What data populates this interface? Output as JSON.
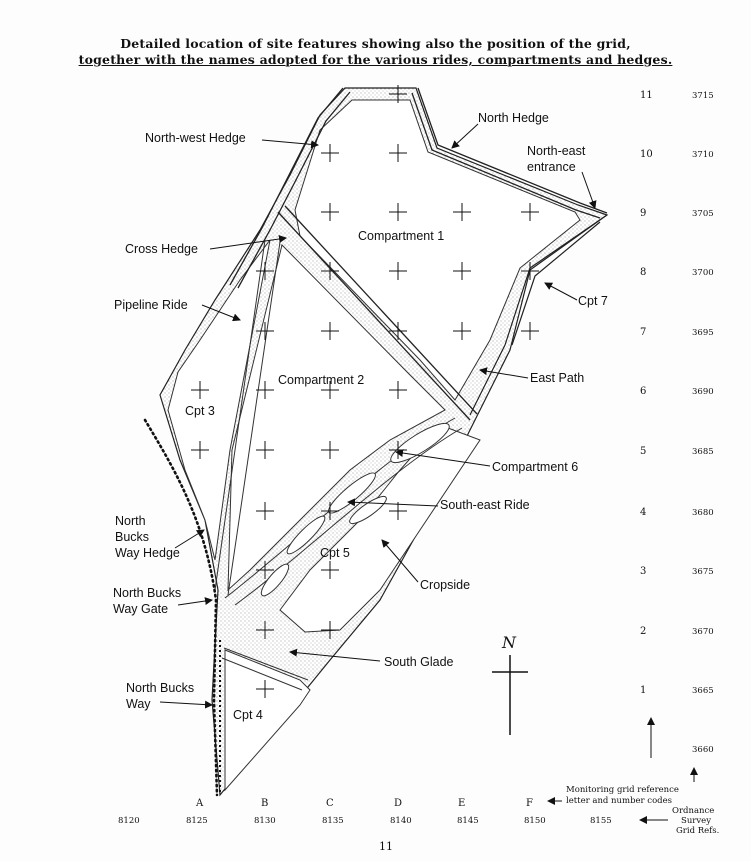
{
  "title": {
    "line1": "Detailed location of site features showing also the position of the grid,",
    "line2": "together with the names adopted for the various rides, compartments and hedges."
  },
  "labels": {
    "north_west_hedge": "North-west Hedge",
    "north_hedge": "North Hedge",
    "north_east_entrance_1": "North-east",
    "north_east_entrance_2": "entrance",
    "cross_hedge": "Cross Hedge",
    "compartment_1": "Compartment 1",
    "pipeline_ride": "Pipeline Ride",
    "cpt_7": "Cpt 7",
    "compartment_2": "Compartment 2",
    "east_path": "East Path",
    "cpt_3": "Cpt 3",
    "compartment_6": "Compartment 6",
    "south_east_ride": "South-east Ride",
    "nbw_hedge_1": "North",
    "nbw_hedge_2": "Bucks",
    "nbw_hedge_3": "Way Hedge",
    "cpt_5": "Cpt 5",
    "cropside": "Cropside",
    "nbw_gate_1": "North Bucks",
    "nbw_gate_2": "Way Gate",
    "south_glade": "South Glade",
    "nbw_1": "North Bucks",
    "nbw_2": "Way",
    "cpt_4": "Cpt 4",
    "north_arrow": "N"
  },
  "grid_row_codes": [
    "11",
    "10",
    "9",
    "8",
    "7",
    "6",
    "5",
    "4",
    "3",
    "2",
    "1"
  ],
  "os_northings": [
    "3715",
    "3710",
    "3705",
    "3700",
    "3695",
    "3690",
    "3685",
    "3680",
    "3675",
    "3670",
    "3665",
    "3660"
  ],
  "grid_col_codes": [
    "A",
    "B",
    "C",
    "D",
    "E",
    "F"
  ],
  "os_eastings": [
    "8120",
    "8125",
    "8130",
    "8135",
    "8140",
    "8145",
    "8150",
    "8155"
  ],
  "legend": {
    "monitoring_1": "Monitoring grid reference",
    "monitoring_2": "letter and number codes",
    "os_1": "Ordnance",
    "os_2": "Survey",
    "os_3": "Grid Refs."
  },
  "page_number": "11"
}
